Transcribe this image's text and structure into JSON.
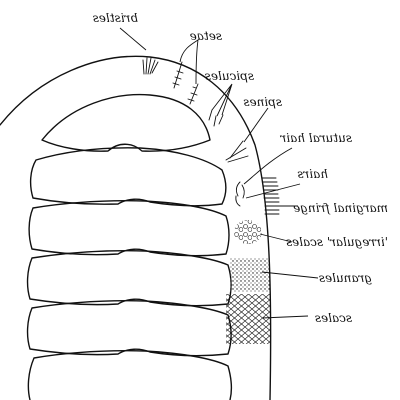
{
  "labels": {
    "bristles": "bristles",
    "setae": "setae",
    "spicules": "spicules",
    "spines": "spines",
    "sutural_hair": "sutural hair",
    "hairs": "hairs",
    "marginal_fringe": "marginal fringe",
    "irregular_scales": "'irregular' scales",
    "granules": "granules",
    "scales": "scales"
  }
}
